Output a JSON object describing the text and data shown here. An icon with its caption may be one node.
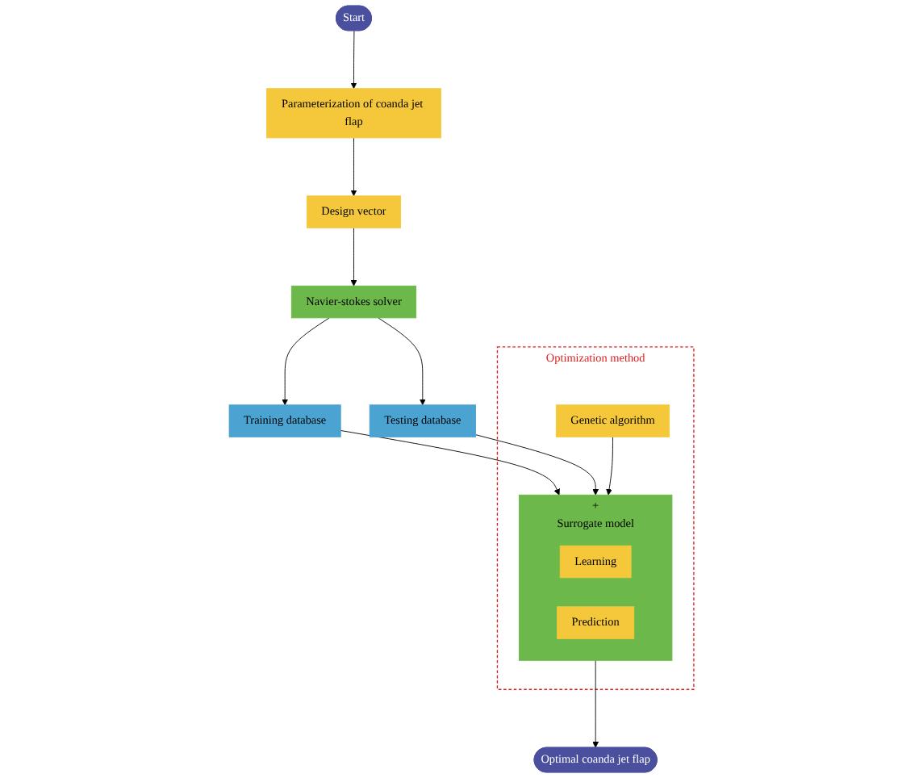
{
  "diagram": {
    "nodes": [
      {
        "text": [
          "Start"
        ]
      },
      {
        "text": [
          "Parameterization of coanda jet flap"
        ]
      },
      {
        "text": [
          "Design vector"
        ]
      },
      {
        "text": [
          "Navier-stokes solver"
        ]
      },
      {
        "text": [
          "Training database"
        ]
      },
      {
        "text": [
          "Testing database"
        ]
      },
      {
        "text": [
          "Optimization method"
        ]
      },
      {
        "text": [
          "+",
          "Surrogate model"
        ],
        "in": 6
      },
      {
        "text": [
          "Learning"
        ],
        "in": 7
      },
      {
        "text": [
          "Prediction"
        ],
        "in": 7
      },
      {
        "text": [
          "Genetic algorithm"
        ],
        "in": 6
      },
      {
        "text": [
          "Optimal coanda jet flap"
        ]
      }
    ],
    "edges": [
      {
        "from": 0,
        "to": 1,
        "arrow": "to"
      },
      {
        "from": 1,
        "to": 2,
        "arrow": "to"
      },
      {
        "from": 2,
        "to": 3,
        "arrow": "to"
      },
      {
        "from": 3,
        "to": 4,
        "arrow": "to"
      },
      {
        "from": 3,
        "to": 5,
        "arrow": "to"
      },
      {
        "from": 4,
        "to": 7,
        "arrow": "to"
      },
      {
        "from": 5,
        "to": 7,
        "arrow": "to"
      },
      {
        "from": 10,
        "to": 7,
        "arrow": "to"
      },
      {
        "from": 7,
        "to": 11,
        "arrow": "to"
      }
    ]
  }
}
